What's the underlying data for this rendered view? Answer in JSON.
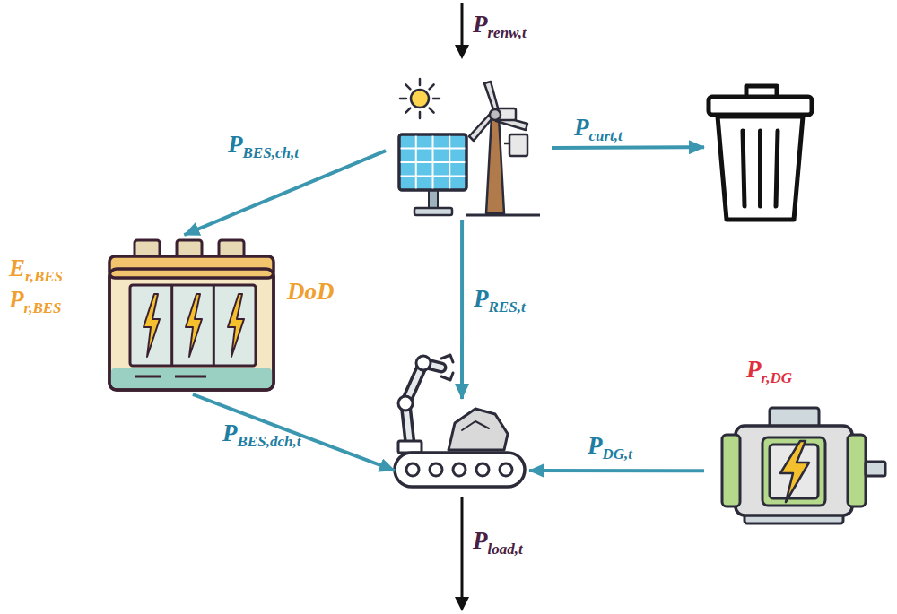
{
  "diagram": {
    "nodes": [
      {
        "text": []
      },
      {
        "text": []
      },
      {
        "text": [
          "Er,BES",
          "Pr,BES",
          "DoD"
        ]
      },
      {
        "text": []
      },
      {
        "text": [
          "Pr,DG"
        ]
      }
    ],
    "edges": [
      {
        "from": 0,
        "to": 2,
        "arrow": "to",
        "label": "PBES,ch,t"
      },
      {
        "from": 0,
        "to": 1,
        "arrow": "to",
        "label": "Pcurt,t"
      },
      {
        "from": 0,
        "to": 3,
        "arrow": "to",
        "label": "PRES,t"
      },
      {
        "from": 2,
        "to": 3,
        "arrow": "to",
        "label": "PBES,dch,t"
      },
      {
        "from": 4,
        "to": 3,
        "arrow": "to",
        "label": "PDG,t"
      }
    ],
    "labels": [
      "Prenw,t",
      "Pload,t"
    ]
  }
}
